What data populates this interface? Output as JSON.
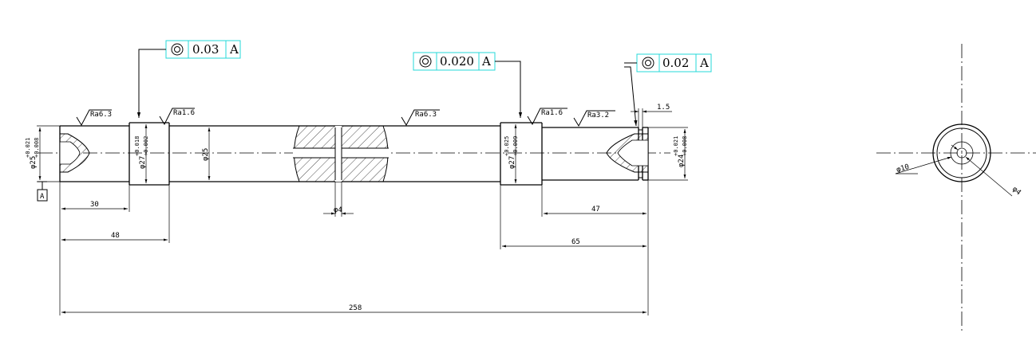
{
  "feature_frames": {
    "left": {
      "tolerance": "0.03",
      "datum": "A"
    },
    "middle": {
      "tolerance": "0.020",
      "datum": "A"
    },
    "right": {
      "tolerance": "0.02",
      "datum": "A"
    }
  },
  "roughness": {
    "left_end": "Ra6.3",
    "left_journal": "Ra1.6",
    "shaft_mid": "Ra6.3",
    "right_journal": "Ra1.6",
    "right_shoulder": "Ra3.2"
  },
  "diameters": {
    "left_end": {
      "nominal": "φ25",
      "upper": "+0.021",
      "lower": "+0.008"
    },
    "left_journal": {
      "nominal": "φ27",
      "upper": "+0.018",
      "lower": "+0.002"
    },
    "shaft": {
      "nominal": "φ25"
    },
    "right_journal": {
      "nominal": "φ27",
      "upper": "+0.025",
      "lower": "+0.009"
    },
    "right_end": {
      "nominal": "φ24",
      "upper": "+0.021",
      "lower": "+0.008"
    }
  },
  "lengths": {
    "d30": "30",
    "d48": "48",
    "d258": "258",
    "d47": "47",
    "d65": "65",
    "groove": "1.5",
    "hole": "φ4"
  },
  "datum_label": "A",
  "end_view": {
    "d10": "φ10",
    "d4": "φ4"
  }
}
